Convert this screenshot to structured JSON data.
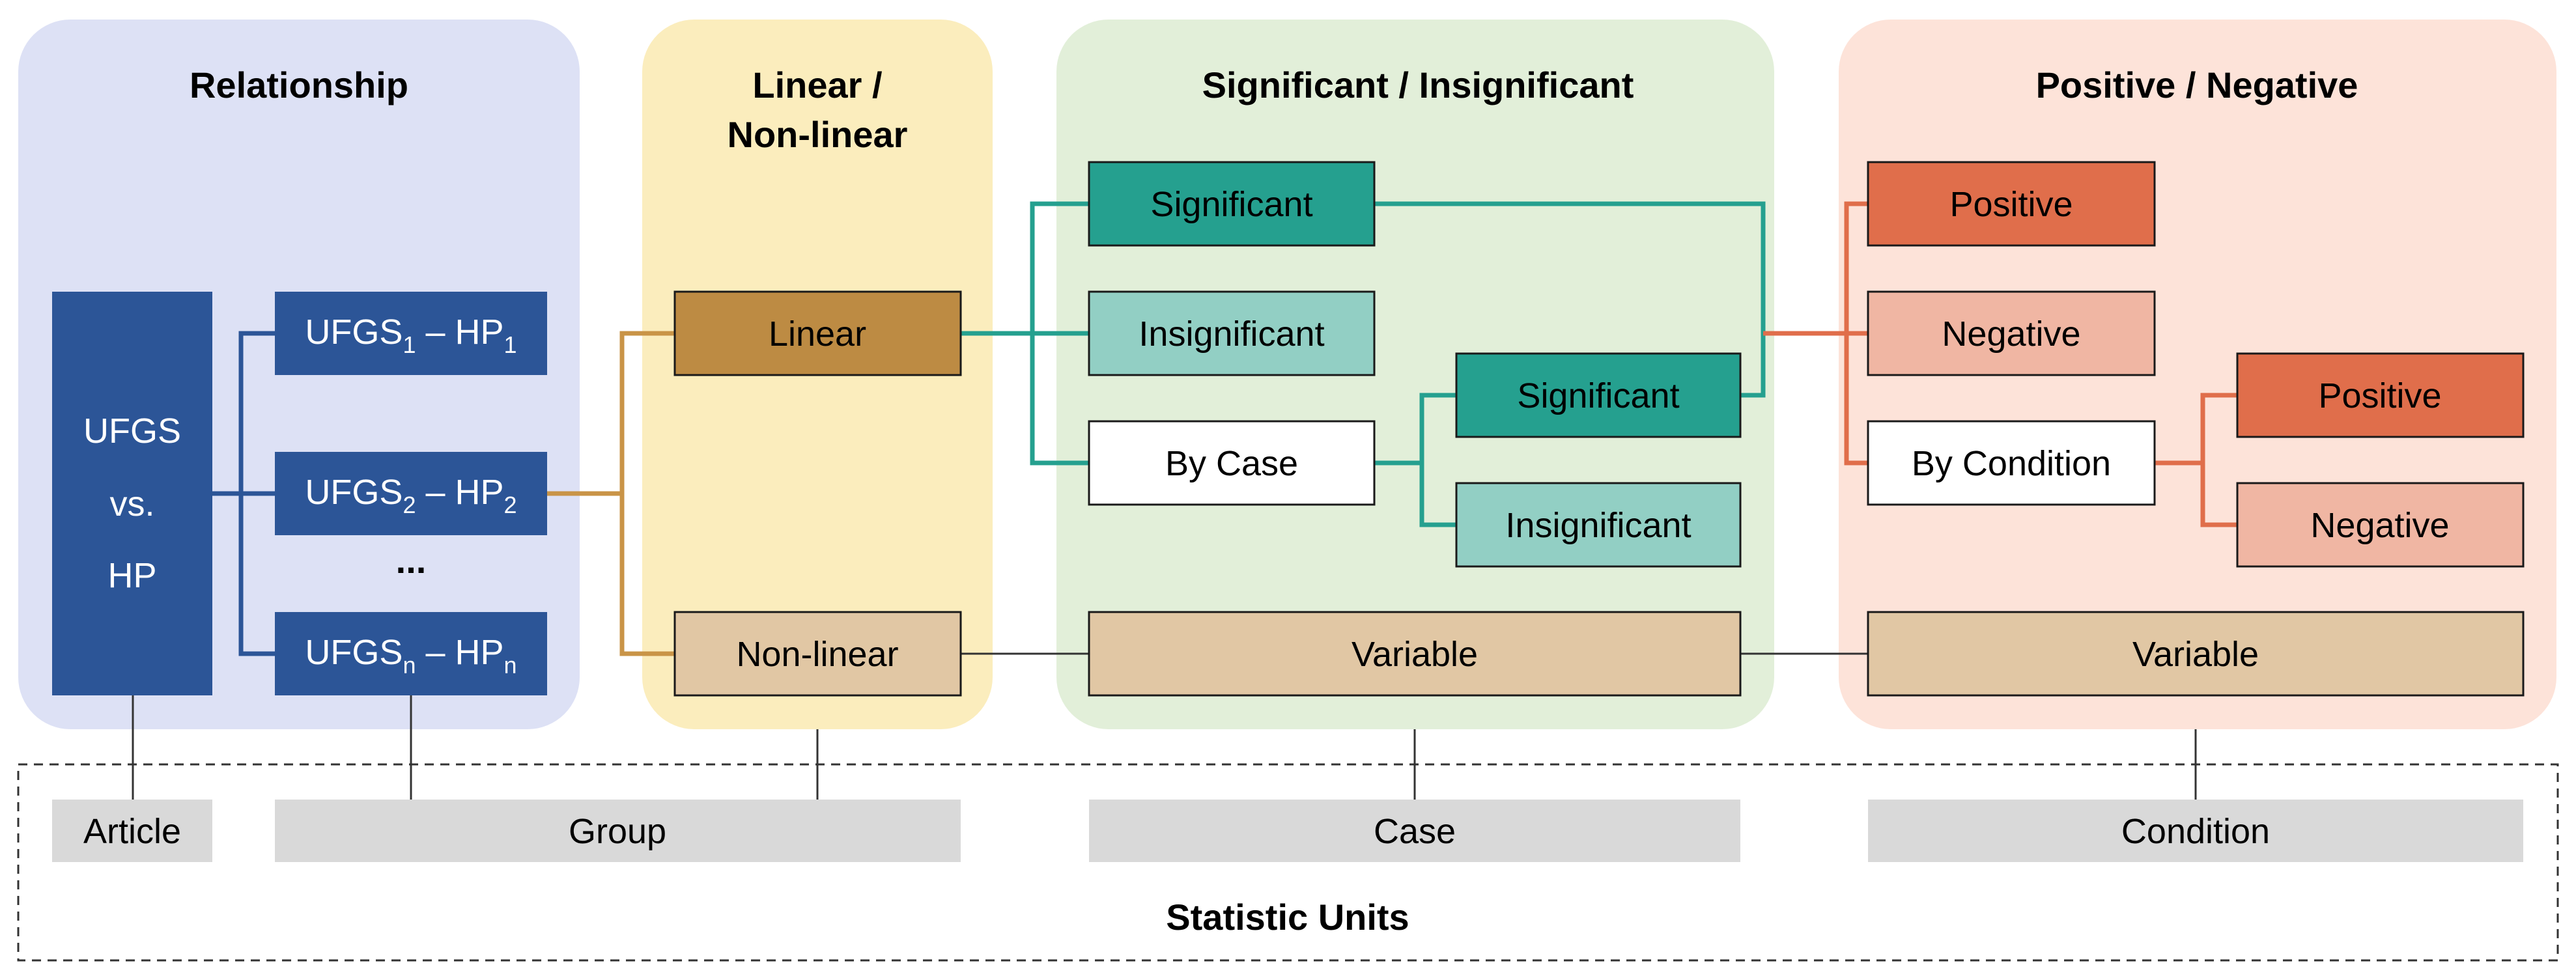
{
  "colors": {
    "panel_relationship": "#dde1f5",
    "panel_linear": "#fbedbd",
    "panel_significant": "#e2efd9",
    "panel_positive": "#fde3d9",
    "ufgs_blue": "#2c5597",
    "linear_brown": "#bd8b43",
    "tan": "#e1c7a4",
    "teal_dark": "#25a08f",
    "teal_light": "#92cfc4",
    "orange_dark": "#e06e4b",
    "orange_light": "#f0b6a3",
    "unit_gray": "#d9d9d9",
    "connector_gold": "#c99447",
    "connector_teal": "#25a08f",
    "connector_orange": "#e06e4b",
    "connector_blue": "#2c5597"
  },
  "panels": {
    "relationship": {
      "title": "Relationship"
    },
    "linear": {
      "title_line1": "Linear /",
      "title_line2": "Non-linear"
    },
    "significant": {
      "title": "Significant / Insignificant"
    },
    "positive": {
      "title": "Positive / Negative"
    }
  },
  "relationship": {
    "main_line1": "UFGS",
    "main_line2": "vs.",
    "main_line3": "HP",
    "pairs": [
      {
        "a": "UFGS",
        "a_sub": "1",
        "dash": " – ",
        "b": "HP",
        "b_sub": "1"
      },
      {
        "a": "UFGS",
        "a_sub": "2",
        "dash": " – ",
        "b": "HP",
        "b_sub": "2"
      },
      {
        "a": "UFGS",
        "a_sub": "n",
        "dash": " – ",
        "b": "HP",
        "b_sub": "n"
      }
    ],
    "ellipsis": "..."
  },
  "linear": {
    "linear": "Linear",
    "nonlinear": "Non-linear"
  },
  "significance": {
    "significant": "Significant",
    "insignificant": "Insignificant",
    "by_case": "By Case",
    "case_significant": "Significant",
    "case_insignificant": "Insignificant",
    "variable": "Variable"
  },
  "direction": {
    "positive": "Positive",
    "negative": "Negative",
    "by_condition": "By Condition",
    "cond_positive": "Positive",
    "cond_negative": "Negative",
    "variable": "Variable"
  },
  "units": {
    "article": "Article",
    "group": "Group",
    "case": "Case",
    "condition": "Condition",
    "title": "Statistic Units"
  }
}
